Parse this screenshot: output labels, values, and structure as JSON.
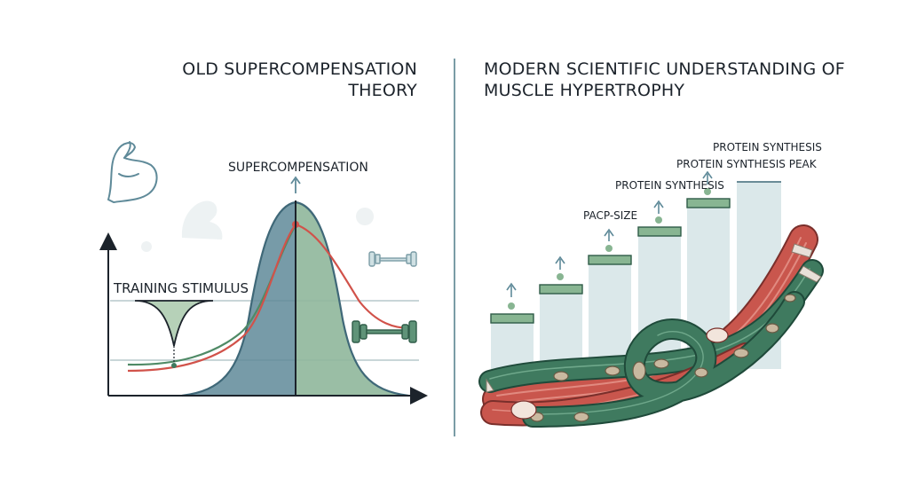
{
  "left_panel": {
    "title_line1": "OLD SUPERCOMPENSATION",
    "title_line2": "THEORY",
    "label_supercompensation": "SUPERCOMPENSATION",
    "label_training_stimulus": "TRAINING STIMULUS"
  },
  "right_panel": {
    "title_line1": "MODERN SCIENTIFIC UNDERSTANDING OF",
    "title_line2": "MUSCLE HYPERTROPHY",
    "label_pacp_size": "PACP-SIZE",
    "label_protein_synthesis": "PROTEIN SYNTHESIS",
    "label_protein_synthesis_peak": "PROTEIN SYNTHESIS PEAK",
    "label_protein_synthesis_top": "PROTEIN SYNTHESIS"
  },
  "colors": {
    "teal_fill": "#5f8a99",
    "green_fill": "#8fb79b",
    "red_line": "#d1524a",
    "muscle_red": "#c9564d",
    "muscle_green": "#3f7a5f",
    "bar_fill": "#dbe8ea",
    "bar_cap": "#88b592",
    "divider": "#7a9ca6"
  },
  "icons": [
    "flexed-arm-icon",
    "dumbbell-icon",
    "muscle-fiber-illustration"
  ]
}
